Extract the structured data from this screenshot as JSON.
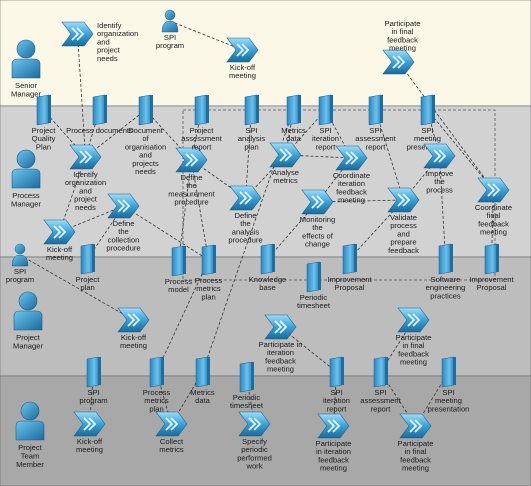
{
  "colors": {
    "lane_senior": "#fbf8e8",
    "lane_process": "#d2d2d2",
    "lane_project": "#bdbdbd",
    "lane_team": "#a8a8a8",
    "icon_dark": "#1e6fa0",
    "icon_mid": "#3a9fd4",
    "icon_light": "#8fd3f5",
    "connector": "#333333",
    "feedback_frame": "#555555"
  },
  "lanes": [
    {
      "id": "senior",
      "label": [
        "Senior",
        "Manager"
      ]
    },
    {
      "id": "process",
      "label": [
        "Process",
        "Manager"
      ]
    },
    {
      "id": "project",
      "label": [
        "Project",
        "Manager"
      ]
    },
    {
      "id": "team",
      "label": [
        "Project",
        "Team",
        "Member"
      ]
    }
  ],
  "roles_icon": "person-icon",
  "activity_icon": "chevron-arrow-icon",
  "document_icon": "document-icon",
  "nodes": [
    {
      "id": "identify_top",
      "type": "activity",
      "lines": [
        "Identify",
        "organization",
        "and",
        "project",
        "needs"
      ]
    },
    {
      "id": "spi_prog_top",
      "type": "role",
      "lines": [
        "SPI",
        "program"
      ]
    },
    {
      "id": "kickoff_top",
      "type": "activity",
      "lines": [
        "Kick-off",
        "meeting"
      ]
    },
    {
      "id": "final_fb_top",
      "type": "activity",
      "lines": [
        "Participate",
        "in final",
        "feedback",
        "meeting"
      ]
    },
    {
      "id": "pqp",
      "type": "doc",
      "lines": [
        "Project",
        "Quality",
        "Plan"
      ]
    },
    {
      "id": "procdocs",
      "type": "doc",
      "lines": [
        "Process documents"
      ]
    },
    {
      "id": "docorg",
      "type": "doc",
      "lines": [
        "Document",
        "of",
        "organisation",
        "and",
        "projects",
        "needs"
      ]
    },
    {
      "id": "identify_pm",
      "type": "activity",
      "lines": [
        "Identify",
        "organization",
        "and",
        "project",
        "needs"
      ]
    },
    {
      "id": "define_meas",
      "type": "activity",
      "lines": [
        "Define",
        "the",
        "measurement",
        "procedure"
      ]
    },
    {
      "id": "par",
      "type": "doc",
      "lines": [
        "Project",
        "assessment",
        "report"
      ]
    },
    {
      "id": "spi_aplan",
      "type": "doc",
      "lines": [
        "SPI",
        "analysis",
        "plan"
      ]
    },
    {
      "id": "metrics_data_pm",
      "type": "doc",
      "lines": [
        "Metrics",
        "data"
      ]
    },
    {
      "id": "spi_iter_rep",
      "type": "doc",
      "lines": [
        "SPI",
        "iteration",
        "report"
      ]
    },
    {
      "id": "spi_assess_rep",
      "type": "doc",
      "lines": [
        "SPI",
        "assessment",
        "report"
      ]
    },
    {
      "id": "spi_meet_pres",
      "type": "doc",
      "lines": [
        "SPI",
        "meeting",
        "presentation"
      ]
    },
    {
      "id": "analyse",
      "type": "activity",
      "lines": [
        "Analyse",
        "metrics"
      ]
    },
    {
      "id": "coord_iter",
      "type": "activity",
      "lines": [
        "Coordinate",
        "iteration",
        "feedback",
        "meeting"
      ]
    },
    {
      "id": "improve",
      "type": "activity",
      "lines": [
        "Improve",
        "the",
        "process"
      ]
    },
    {
      "id": "coord_final",
      "type": "activity",
      "lines": [
        "Coordinate",
        "final",
        "feedback",
        "meeting"
      ]
    },
    {
      "id": "define_anal",
      "type": "activity",
      "lines": [
        "Define",
        "the",
        "analysis",
        "procedure"
      ]
    },
    {
      "id": "define_coll",
      "type": "activity",
      "lines": [
        "Define",
        "the",
        "collection",
        "procedure"
      ]
    },
    {
      "id": "kickoff_pm",
      "type": "activity",
      "lines": [
        "Kick-off",
        "meeting"
      ]
    },
    {
      "id": "monitoring",
      "type": "activity",
      "lines": [
        "Monitoring",
        "the",
        "effects of",
        "change"
      ]
    },
    {
      "id": "validate",
      "type": "activity",
      "lines": [
        "Validate",
        "process",
        "and",
        "prepare",
        "feedback"
      ]
    },
    {
      "id": "spi_prog_proj",
      "type": "role",
      "lines": [
        "SPI",
        "program"
      ]
    },
    {
      "id": "project_plan",
      "type": "doc",
      "lines": [
        "Project",
        "plan"
      ]
    },
    {
      "id": "process_model",
      "type": "doc",
      "lines": [
        "Process",
        "model"
      ]
    },
    {
      "id": "pmp",
      "type": "doc",
      "lines": [
        "Process",
        "metrics",
        "plan"
      ]
    },
    {
      "id": "kb",
      "type": "doc",
      "lines": [
        "Knowledge",
        "base"
      ]
    },
    {
      "id": "impr_prop",
      "type": "doc",
      "lines": [
        "Improvement",
        "Proposal"
      ]
    },
    {
      "id": "sep",
      "type": "doc",
      "lines": [
        "Software",
        "engineering",
        "practices"
      ]
    },
    {
      "id": "impr_prop2",
      "type": "doc",
      "lines": [
        "Improvement",
        "Proposal"
      ]
    },
    {
      "id": "periodic_ts_proj",
      "type": "doc",
      "lines": [
        "Periodic",
        "timesheet"
      ]
    },
    {
      "id": "kickoff_proj",
      "type": "activity",
      "lines": [
        "Kick-off",
        "meeting"
      ]
    },
    {
      "id": "iter_fb_proj",
      "type": "activity",
      "lines": [
        "Participate in",
        "iteration",
        "feedback",
        "meeting"
      ]
    },
    {
      "id": "final_fb_proj",
      "type": "activity",
      "lines": [
        "Participate",
        "in final",
        "feedback",
        "meeting"
      ]
    },
    {
      "id": "spi_prog_team",
      "type": "doc",
      "lines": [
        "SPI",
        "program"
      ]
    },
    {
      "id": "pmp_team",
      "type": "doc",
      "lines": [
        "Process",
        "metrics",
        "plan"
      ]
    },
    {
      "id": "metrics_team",
      "type": "doc",
      "lines": [
        "Metrics",
        "data"
      ]
    },
    {
      "id": "periodic_ts_team",
      "type": "doc",
      "lines": [
        "Periodic",
        "timesheet"
      ]
    },
    {
      "id": "spi_iter_team",
      "type": "doc",
      "lines": [
        "SPI",
        "iteration",
        "report"
      ]
    },
    {
      "id": "spi_assess_team",
      "type": "doc",
      "lines": [
        "SPI",
        "assessment",
        "report"
      ]
    },
    {
      "id": "spi_meet_team",
      "type": "doc",
      "lines": [
        "SPI",
        "meeting",
        "presentation"
      ]
    },
    {
      "id": "kickoff_team",
      "type": "activity",
      "lines": [
        "Kick-off",
        "meeting"
      ]
    },
    {
      "id": "collect",
      "type": "activity",
      "lines": [
        "Collect",
        "metrics"
      ]
    },
    {
      "id": "specify",
      "type": "activity",
      "lines": [
        "Specify",
        "periodic",
        "performed",
        "work"
      ]
    },
    {
      "id": "iter_fb_team",
      "type": "activity",
      "lines": [
        "Participate",
        "in iteration",
        "feedback",
        "meeting"
      ]
    },
    {
      "id": "final_fb_team",
      "type": "activity",
      "lines": [
        "Participate",
        "in final",
        "feedback",
        "meeting"
      ]
    }
  ],
  "edges": [
    [
      "spi_prog_top",
      "kickoff_top"
    ],
    [
      "identify_top",
      "identify_pm"
    ],
    [
      "final_fb_top",
      "coord_final"
    ],
    [
      "pqp",
      "identify_pm"
    ],
    [
      "procdocs",
      "identify_pm"
    ],
    [
      "identify_pm",
      "docorg"
    ],
    [
      "docorg",
      "define_meas"
    ],
    [
      "par",
      "define_meas"
    ],
    [
      "define_meas",
      "define_anal"
    ],
    [
      "spi_aplan",
      "define_anal"
    ],
    [
      "define_anal",
      "analyse"
    ],
    [
      "metrics_data_pm",
      "analyse"
    ],
    [
      "analyse",
      "spi_iter_rep"
    ],
    [
      "spi_iter_rep",
      "coord_iter"
    ],
    [
      "analyse",
      "coord_iter"
    ],
    [
      "coord_iter",
      "monitoring"
    ],
    [
      "monitoring",
      "validate"
    ],
    [
      "spi_assess_rep",
      "validate"
    ],
    [
      "validate",
      "improve"
    ],
    [
      "improve",
      "spi_meet_pres"
    ],
    [
      "spi_meet_pres",
      "coord_final"
    ],
    [
      "improve",
      "sep"
    ],
    [
      "coord_final",
      "impr_prop2"
    ],
    [
      "validate",
      "impr_prop"
    ],
    [
      "monitoring",
      "kb"
    ],
    [
      "define_meas",
      "pmp"
    ],
    [
      "define_coll",
      "pmp"
    ],
    [
      "identify_pm",
      "kickoff_pm"
    ],
    [
      "kickoff_pm",
      "define_coll"
    ],
    [
      "define_coll",
      "project_plan"
    ],
    [
      "process_model",
      "define_meas"
    ],
    [
      "spi_prog_proj",
      "kickoff_proj"
    ],
    [
      "iter_fb_proj",
      "spi_iter_team"
    ],
    [
      "final_fb_proj",
      "spi_assess_team"
    ],
    [
      "spi_prog_team",
      "kickoff_team"
    ],
    [
      "pmp_team",
      "collect"
    ],
    [
      "collect",
      "metrics_team"
    ],
    [
      "periodic_ts_team",
      "specify"
    ],
    [
      "spi_iter_team",
      "iter_fb_team"
    ],
    [
      "spi_assess_team",
      "final_fb_team"
    ],
    [
      "spi_meet_team",
      "final_fb_team"
    ],
    [
      "pmp",
      "pmp_team"
    ],
    [
      "metrics_team",
      "metrics_data_pm"
    ]
  ]
}
